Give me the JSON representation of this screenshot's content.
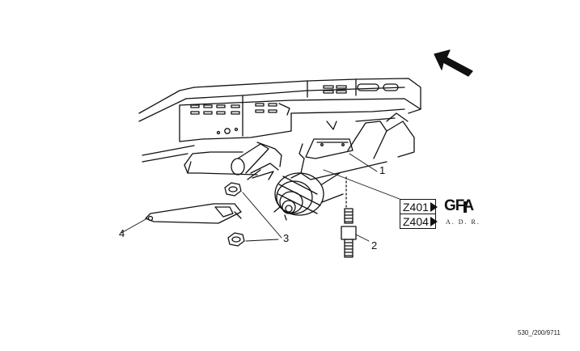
{
  "callouts": {
    "c1": "1",
    "c2": "2",
    "c3": "3",
    "c4": "4"
  },
  "references": {
    "ref1": "Z401",
    "ref2": "Z404"
  },
  "brand": {
    "logo_text": "GFA",
    "sub_text": "A. D. R."
  },
  "document_code": "530_/200/9711",
  "icons": {
    "direction": "direction-arrow-icon",
    "ref_pointer": "triangle-right-icon"
  }
}
